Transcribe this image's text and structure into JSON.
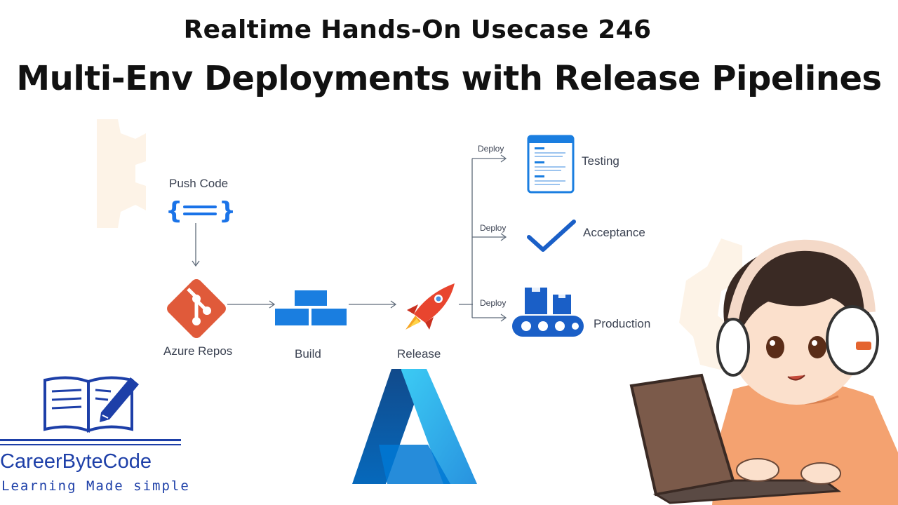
{
  "header": {
    "subtitle": "Realtime  Hands-On Usecase 246",
    "title": "Multi-Env Deployments with Release Pipelines"
  },
  "pipeline": {
    "push_label": "Push Code",
    "repos_label": "Azure Repos",
    "build_label": "Build",
    "release_label": "Release",
    "deploy_label": "Deploy",
    "environments": [
      {
        "label": "Testing",
        "deploy": "Deploy"
      },
      {
        "label": "Acceptance",
        "deploy": "Deploy"
      },
      {
        "label": "Production",
        "deploy": "Deploy"
      }
    ]
  },
  "brand": {
    "name": "CareerByteCode",
    "tagline": "Learning Made simple"
  },
  "colors": {
    "accent_blue": "#1a73e8",
    "git_orange": "#e05a3a",
    "brand_blue": "#1d3fa8",
    "arrow_gray": "#5f6b7a"
  }
}
